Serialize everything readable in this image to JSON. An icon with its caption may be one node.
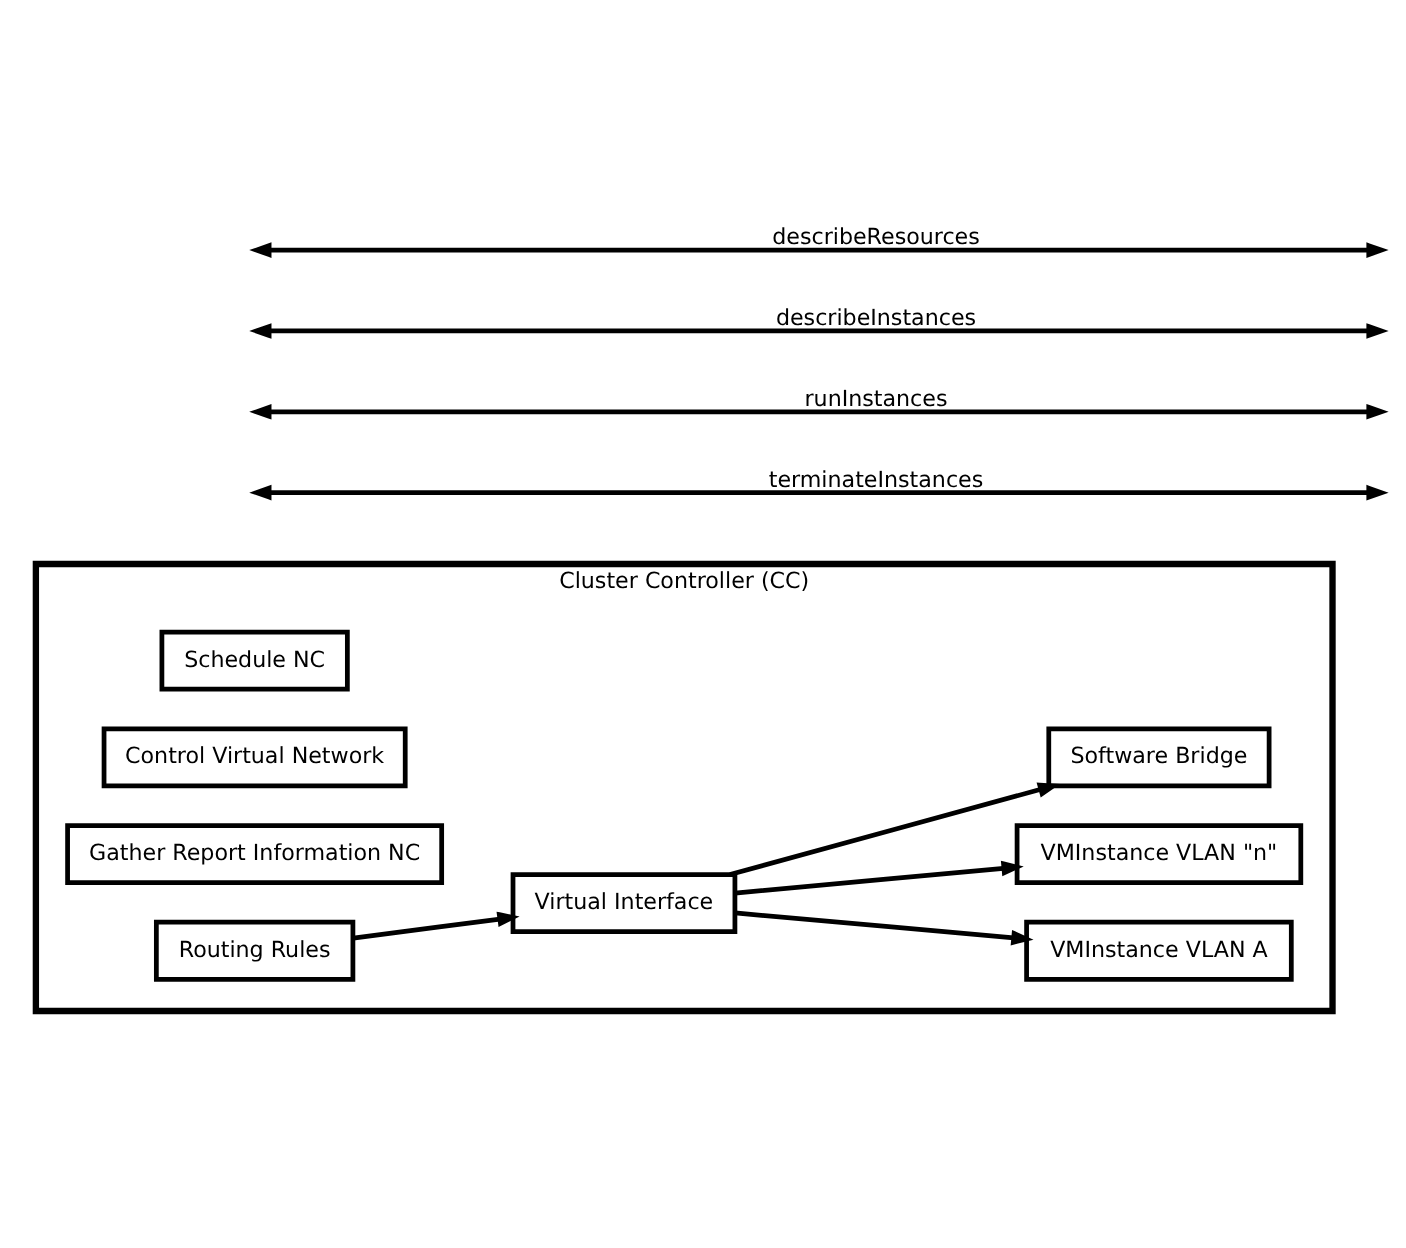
{
  "diagram": {
    "nodes": [
      {
        "text": [
          "Cluster Controller (CC)"
        ]
      },
      {
        "text": [
          "Schedule NC"
        ],
        "in": 0
      },
      {
        "text": [
          "Control Virtual Network"
        ],
        "in": 0
      },
      {
        "text": [
          "Gather Report Information NC"
        ],
        "in": 0
      },
      {
        "text": [
          "Routing Rules"
        ],
        "in": 0
      },
      {
        "text": [
          "Virtual Interface"
        ],
        "in": 0
      },
      {
        "text": [
          "VMInstance VLAN A"
        ],
        "in": 0
      },
      {
        "text": [
          "VMInstance VLAN \"n\""
        ],
        "in": 0
      },
      {
        "text": [
          "Software Bridge"
        ],
        "in": 0
      }
    ],
    "edges": [
      {
        "from": 4,
        "to": 5,
        "arrow": "to"
      },
      {
        "from": 5,
        "to": 6,
        "arrow": "to"
      },
      {
        "from": 5,
        "to": 7,
        "arrow": "to"
      },
      {
        "from": 5,
        "to": 8,
        "arrow": "to"
      }
    ],
    "labels": [
      "describeResources",
      "describeInstances",
      "runInstances",
      "terminateInstances"
    ]
  }
}
